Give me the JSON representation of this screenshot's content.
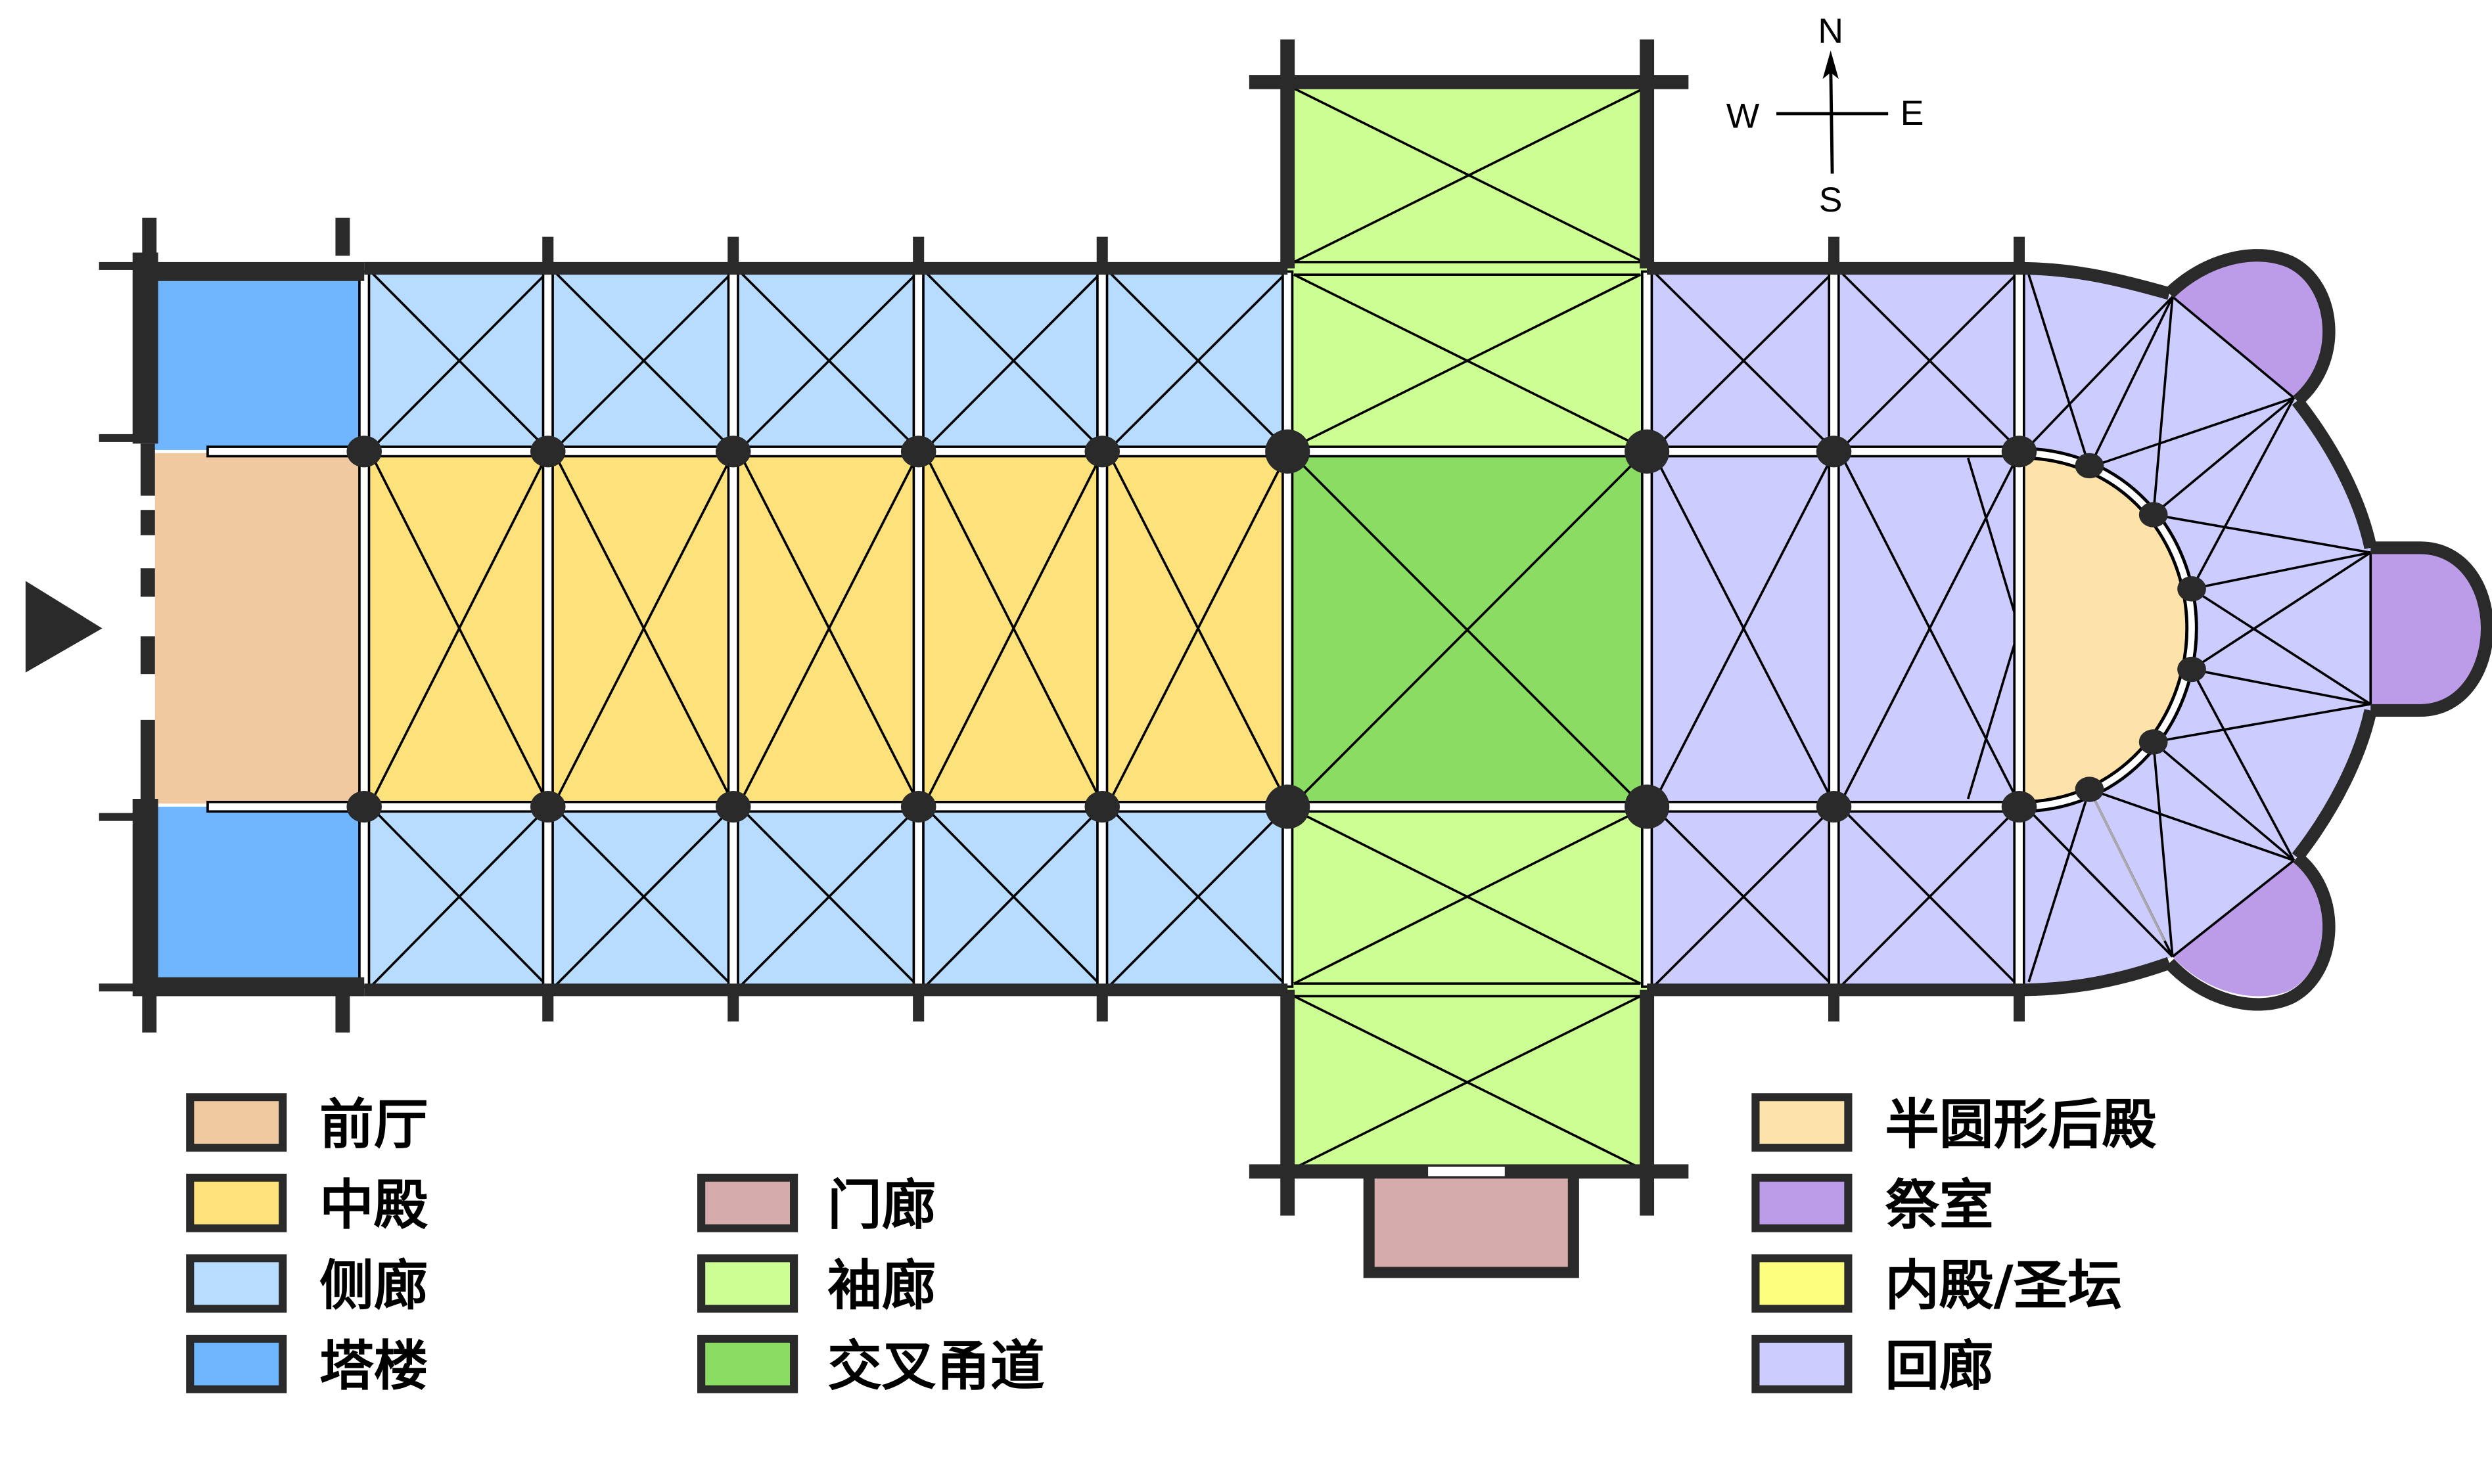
{
  "diagram": {
    "type": "cathedral-floor-plan",
    "entrance_marker": "entrance-arrow-west",
    "compass": {
      "north": "N",
      "south": "S",
      "east": "E",
      "west": "W"
    },
    "colors": {
      "narthex": "#f1c9a1",
      "nave": "#fde27c",
      "aisle": "#b8dcff",
      "tower": "#6fb6fe",
      "porch": "#d5acab",
      "transept": "#ccfe94",
      "crossing": "#8bdc63",
      "apse": "#fde2a9",
      "chapel": "#bc9be8",
      "choir": "#fefe7e",
      "ambulatory": "#ccccfe",
      "wall": "#2a2a2a",
      "rib": "#000000"
    },
    "bays": {
      "nave_bays": 5,
      "choir_bays": 2,
      "transept_arm_bays": 2
    }
  },
  "legend": {
    "col1": [
      {
        "key": "narthex",
        "label": "前厅",
        "color": "#f1c9a1"
      },
      {
        "key": "nave",
        "label": "中殿",
        "color": "#fde27c"
      },
      {
        "key": "aisle",
        "label": "侧廊",
        "color": "#b8dcff"
      },
      {
        "key": "tower",
        "label": "塔楼",
        "color": "#6fb6fe"
      }
    ],
    "col2": [
      {
        "key": "porch",
        "label": "门廊",
        "color": "#d5acab"
      },
      {
        "key": "transept",
        "label": "袖廊",
        "color": "#ccfe94"
      },
      {
        "key": "crossing",
        "label": "交叉甬道",
        "color": "#8bdc63"
      }
    ],
    "col3": [
      {
        "key": "apse",
        "label": "半圆形后殿",
        "color": "#fde2a9"
      },
      {
        "key": "chapel",
        "label": "祭室",
        "color": "#bc9be8"
      },
      {
        "key": "choir",
        "label": "内殿/圣坛",
        "color": "#fefe7e"
      },
      {
        "key": "ambulatory",
        "label": "回廊",
        "color": "#ccccfe"
      }
    ]
  }
}
